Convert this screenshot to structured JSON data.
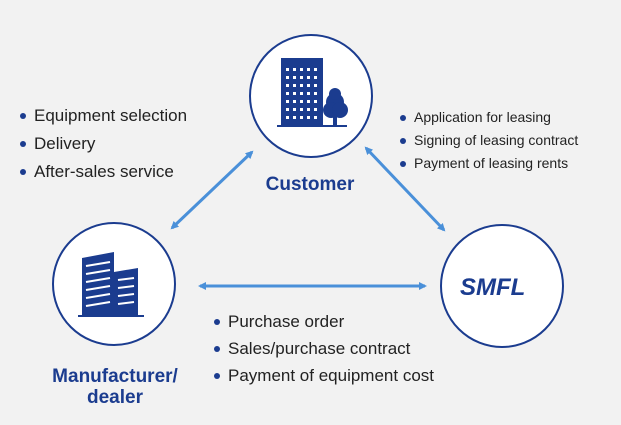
{
  "colors": {
    "brand": "#1b3c8f",
    "arrow": "#4a90d9",
    "background": "#f2f2f2"
  },
  "nodes": {
    "customer": {
      "label": "Customer",
      "icon": "office-building-with-tree-icon"
    },
    "manufacturer": {
      "label_line1": "Manufacturer/",
      "label_line2": "dealer",
      "icon": "factory-buildings-icon"
    },
    "smfl": {
      "logo_text": "SMFL"
    }
  },
  "lists": {
    "manufacturer_to_customer": [
      "Equipment selection",
      "Delivery",
      "After-sales service"
    ],
    "customer_to_smfl": [
      "Application for leasing",
      "Signing of leasing contract",
      "Payment of leasing rents"
    ],
    "smfl_to_manufacturer": [
      "Purchase order",
      "Sales/purchase contract",
      "Payment of equipment cost"
    ]
  }
}
